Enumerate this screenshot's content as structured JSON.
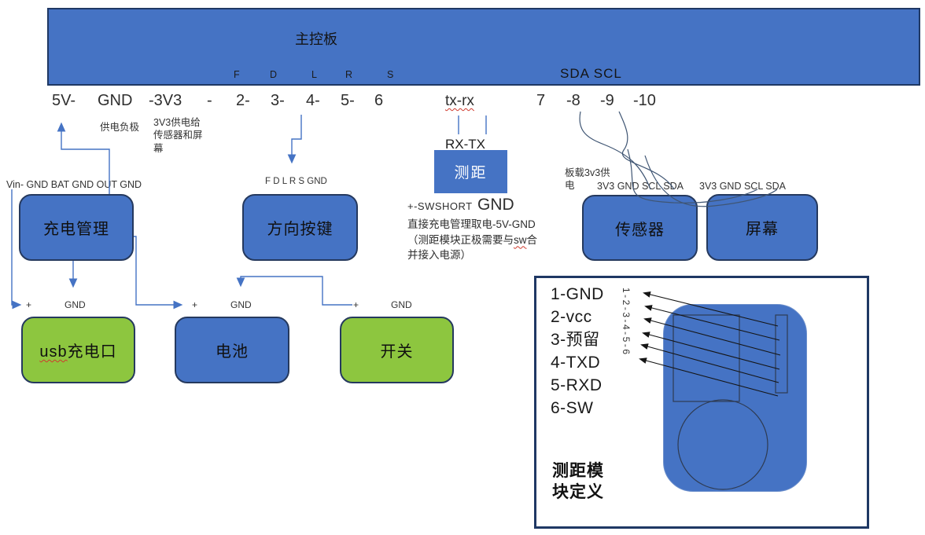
{
  "board": {
    "title": "主控板",
    "btn_pins": [
      "F",
      "D",
      "L",
      "R",
      "S"
    ],
    "i2c": "SDA  SCL"
  },
  "pins": {
    "v5": "5V-",
    "gnd": "GND",
    "v33": "-3V3",
    "dash": "-",
    "n2": "2-",
    "n3": "3-",
    "n4": "4-",
    "n5": "5-",
    "n6": "6",
    "txrx": "tx-rx",
    "n7": "7",
    "n8": "-8",
    "n9": "-9",
    "n10": "-10"
  },
  "annotations": {
    "gnd_note": "供电负极",
    "v33_note": "3V3供电给传感器和屏幕",
    "charge_pins": "Vin- GND BAT GND OUT GND",
    "dir_pins": "F D L R S GND",
    "rxtx": "RX-TX",
    "sw_head": "+-SWSHORT",
    "sw_gnd": "GND",
    "note_pre": "直接充电管理取电-5V-GND（测距模块正极需要与",
    "note_sw": "sw",
    "note_post": "合并接入电源）",
    "board3v3": "板载3v3供电",
    "sensor_pins": "3V3  GND SCL SDA",
    "screen_pins": "3V3  GND SCL SDA",
    "plus": "+",
    "gnd": "GND"
  },
  "boxes": {
    "charge": "充电管理",
    "direction": "方向按键",
    "ranging": "测距",
    "sensor": "传感器",
    "screen": "屏幕",
    "usb_prefix": "usb",
    "usb_suffix": "充电口",
    "battery": "电池",
    "switch": "开关"
  },
  "panel": {
    "items": [
      "1-GND",
      "2-vcc",
      "3-预留",
      "4-TXD",
      "5-RXD",
      "6-SW"
    ],
    "vertical": "1-2-3-4-5-6",
    "title_line1": "测距模",
    "title_line2": "块定义"
  },
  "colors": {
    "shape_blue": "#4573C4",
    "shape_green": "#8DC63F",
    "border_navy": "#1F3864",
    "wire_blue": "#4573C4",
    "wire_dark": "#3F5573",
    "squiggle_red": "#CF3A2D"
  }
}
